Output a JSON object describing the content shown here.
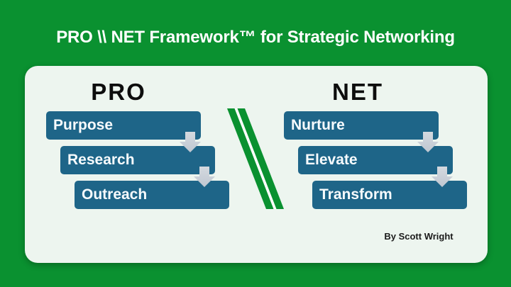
{
  "slide": {
    "title": "PRO \\\\ NET Framework™ for Strategic Networking",
    "byline": "By Scott Wright"
  },
  "pro": {
    "heading": "PRO",
    "steps": [
      "Purpose",
      "Research",
      "Outreach"
    ]
  },
  "net": {
    "heading": "NET",
    "steps": [
      "Nurture",
      "Elevate",
      "Transform"
    ]
  },
  "icons": {
    "connector": "down-arrow-icon",
    "divider": "diagonal-stripe"
  },
  "colors": {
    "background_green": "#0a9130",
    "card_background": "#edf5ef",
    "bar_blue": "#1e6588",
    "arrow_gray": "#c9cfd7",
    "title_text": "#ffffff",
    "heading_text": "#0d0d0d",
    "byline_text": "#1a1a1a",
    "stripe_highlight": "#ffffff"
  }
}
